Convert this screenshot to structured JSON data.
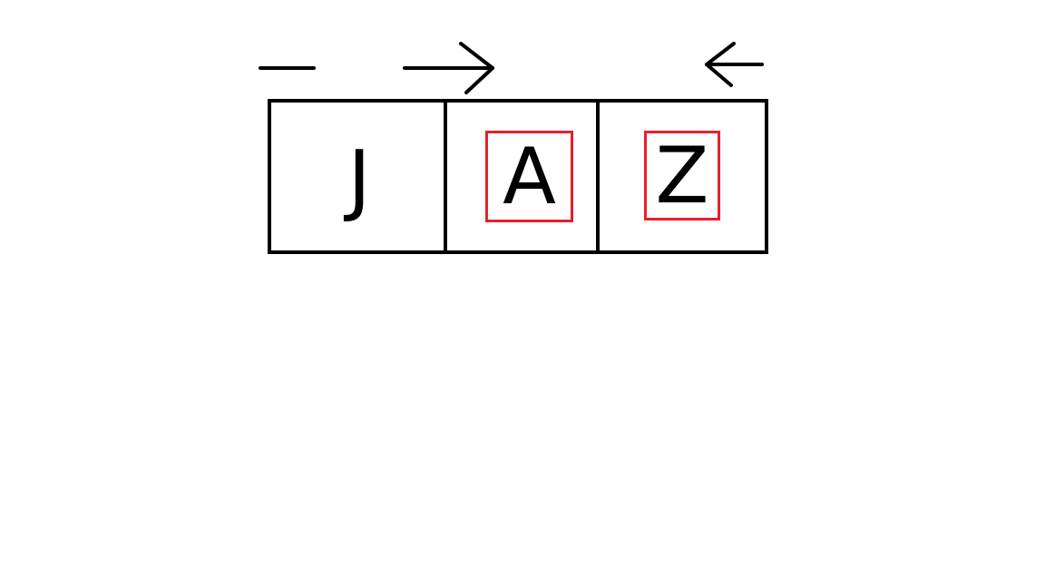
{
  "cells": [
    {
      "letter": "J",
      "highlighted": false
    },
    {
      "letter": "A",
      "highlighted": true
    },
    {
      "letter": "Z",
      "highlighted": true
    }
  ],
  "colors": {
    "outline": "#000000",
    "highlight": "#e8202a",
    "background": "#ffffff"
  },
  "pointers": [
    {
      "cell": 1,
      "icon": "dash-icon"
    },
    {
      "cell": 2,
      "icon": "right-arrow-icon"
    },
    {
      "cell": 3,
      "icon": "left-arrow-icon"
    }
  ]
}
